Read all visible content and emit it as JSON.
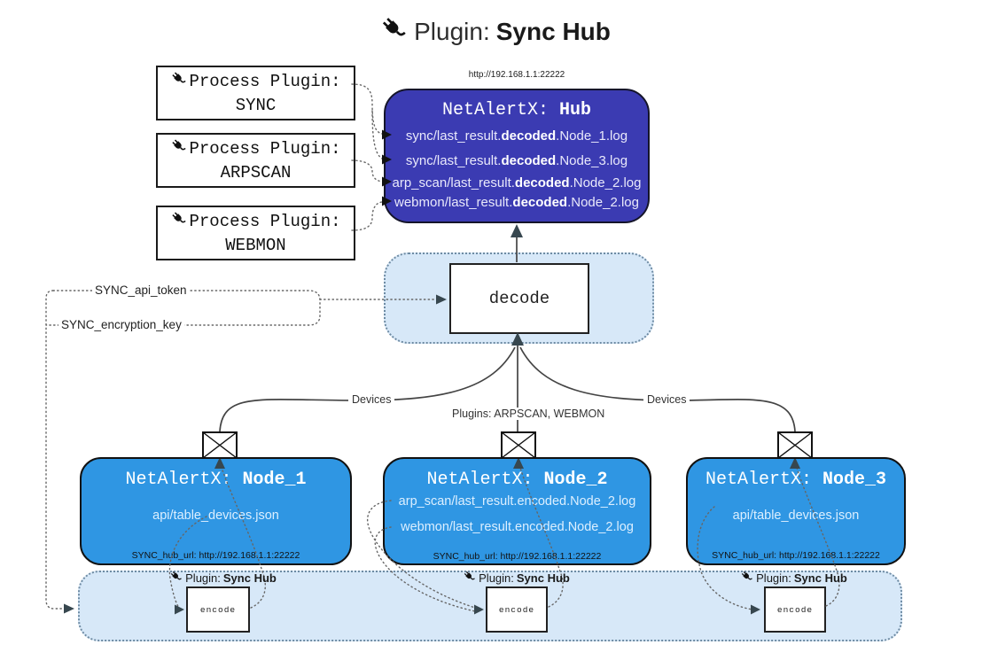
{
  "title": {
    "icon": "plug-icon",
    "prefix": "Plugin:",
    "name": "Sync Hub"
  },
  "process_plugins": [
    {
      "line1": "Process Plugin:",
      "name": "SYNC"
    },
    {
      "line1": "Process Plugin:",
      "name": "ARPSCAN"
    },
    {
      "line1": "Process Plugin:",
      "name": "WEBMON"
    }
  ],
  "hub": {
    "url": "http://192.168.1.1:22222",
    "title_prefix": "NetAlertX:",
    "title_name": "Hub",
    "lines": [
      {
        "pre": "sync/last_result.",
        "bold": "decoded",
        "post": ".Node_1.log"
      },
      {
        "pre": "sync/last_result.",
        "bold": "decoded",
        "post": ".Node_3.log"
      },
      {
        "pre": "arp_scan/last_result.",
        "bold": "decoded",
        "post": ".Node_2.log"
      },
      {
        "pre": "webmon/last_result.",
        "bold": "decoded",
        "post": ".Node_2.log"
      }
    ]
  },
  "decode_box": {
    "label": "decode"
  },
  "settings": {
    "api_token": "SYNC_api_token",
    "encryption_key": "SYNC_encryption_key"
  },
  "edge_labels": {
    "devices_left": "Devices",
    "plugins_mid": "Plugins: ARPSCAN, WEBMON",
    "devices_right": "Devices"
  },
  "nodes": [
    {
      "title_prefix": "NetAlertX:",
      "title_name": "Node_1",
      "files": [
        "api/table_devices.json"
      ],
      "hub_url": "SYNC_hub_url: http://192.168.1.1:22222"
    },
    {
      "title_prefix": "NetAlertX:",
      "title_name": "Node_2",
      "files": [
        "arp_scan/last_result.encoded.Node_2.log",
        "webmon/last_result.encoded.Node_2.log"
      ],
      "hub_url": "SYNC_hub_url: http://192.168.1.1:22222"
    },
    {
      "title_prefix": "NetAlertX:",
      "title_name": "Node_3",
      "files": [
        "api/table_devices.json"
      ],
      "hub_url": "SYNC_hub_url: http://192.168.1.1:22222"
    }
  ],
  "encoders": [
    {
      "label_prefix": "Plugin:",
      "label_name": "Sync Hub",
      "box_label": "encode"
    },
    {
      "label_prefix": "Plugin:",
      "label_name": "Sync Hub",
      "box_label": "encode"
    },
    {
      "label_prefix": "Plugin:",
      "label_name": "Sync Hub",
      "box_label": "encode"
    }
  ],
  "icons": {
    "plug": "plug-icon",
    "mail": "mail-icon"
  },
  "colors": {
    "hub_fill": "#3b3bb2",
    "node_fill": "#2f96e3",
    "panel_fill": "#d7e8f8",
    "panel_border": "#6e8ba3",
    "line": "#444444",
    "arrow": "#37474f",
    "hub_text_light": "#e9e9fb"
  }
}
